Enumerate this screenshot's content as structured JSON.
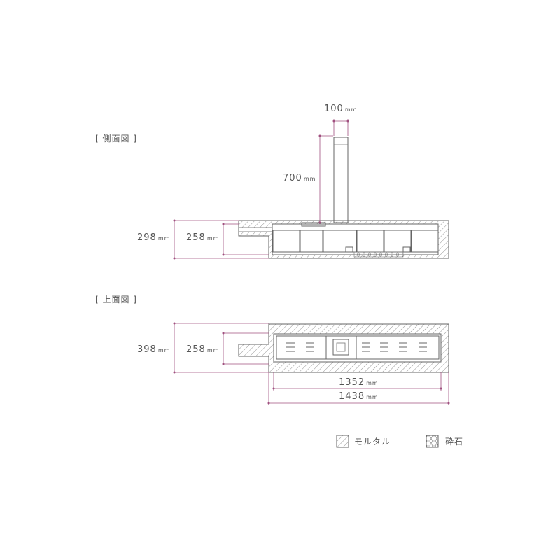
{
  "colors": {
    "dimension": "#a0507f",
    "line": "#666666",
    "text": "#555555"
  },
  "side_view": {
    "label": "[ 側面図 ]",
    "dims": {
      "chimney_width": {
        "value": "100",
        "unit": "mm"
      },
      "chimney_height": {
        "value": "700",
        "unit": "mm"
      },
      "outer_height": {
        "value": "298",
        "unit": "mm"
      },
      "inner_height": {
        "value": "258",
        "unit": "mm"
      }
    }
  },
  "top_view": {
    "label": "[ 上面図 ]",
    "dims": {
      "outer_depth": {
        "value": "398",
        "unit": "mm"
      },
      "inner_depth": {
        "value": "258",
        "unit": "mm"
      },
      "inner_width": {
        "value": "1352",
        "unit": "mm"
      },
      "outer_width": {
        "value": "1438",
        "unit": "mm"
      }
    }
  },
  "legend": [
    {
      "icon": "hatch-icon",
      "label": "モルタル"
    },
    {
      "icon": "gravel-icon",
      "label": "砕石"
    }
  ]
}
